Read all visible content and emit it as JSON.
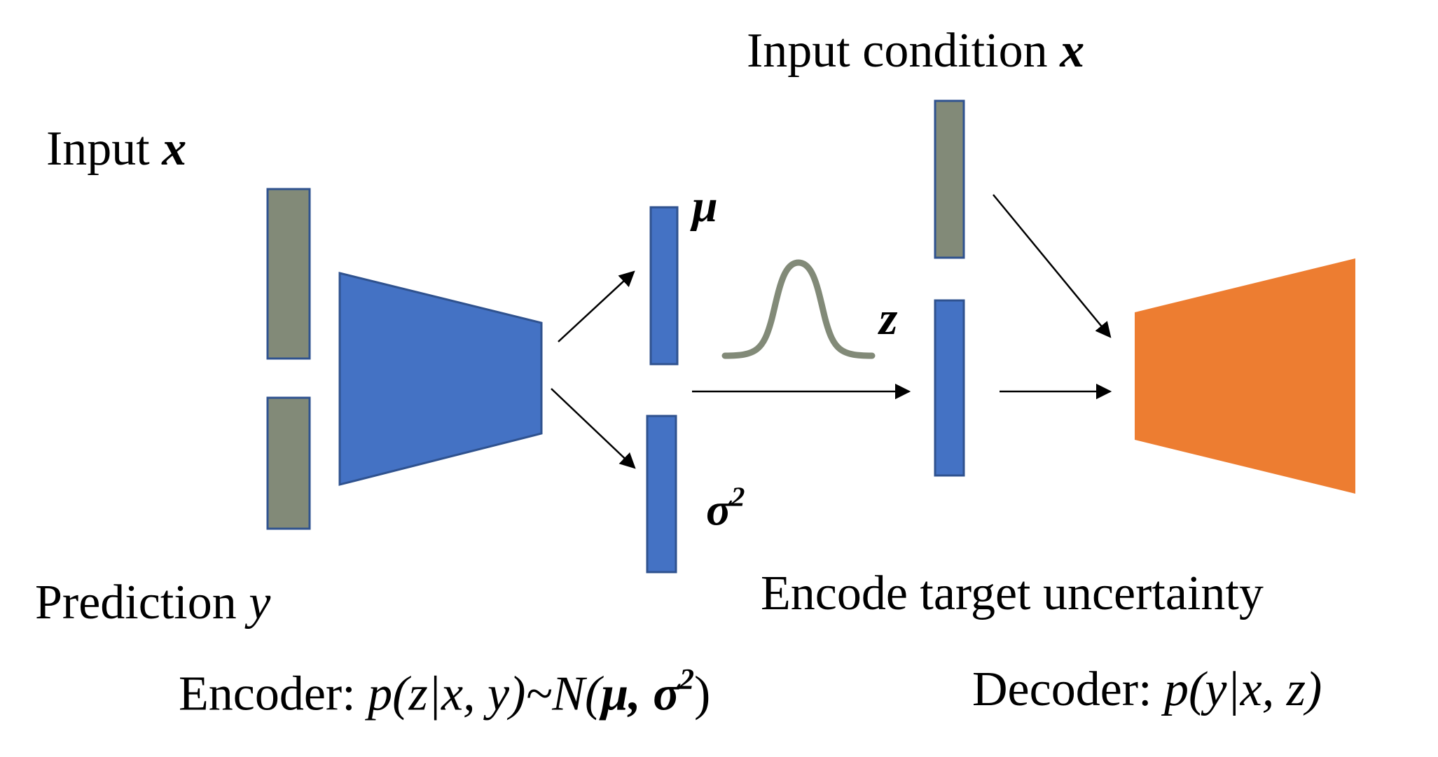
{
  "labels": {
    "input_x_prefix": "Input ",
    "input_x_var": "x",
    "prediction_y_prefix": "Prediction ",
    "prediction_y_var": "y",
    "mu": "μ",
    "sigma": "σ",
    "sigma_exp": "2",
    "z": "z",
    "input_condition_prefix": "Input condition ",
    "input_condition_var": "x",
    "encode_target": "Encode target uncertainty",
    "encoder_prefix": "Encoder: ",
    "encoder_formula_a": "p(z|x, y)~N(",
    "encoder_mu": "μ, σ",
    "encoder_exp": "2",
    "encoder_close": ")",
    "decoder_prefix": "Decoder: ",
    "decoder_formula": "p(y|x, z)"
  },
  "colors": {
    "gray_block": "#828a78",
    "blue": "#4472c4",
    "blue_border": "#2f528f",
    "orange": "#ed7d31",
    "curve": "#828a78",
    "arrow": "#000000"
  }
}
